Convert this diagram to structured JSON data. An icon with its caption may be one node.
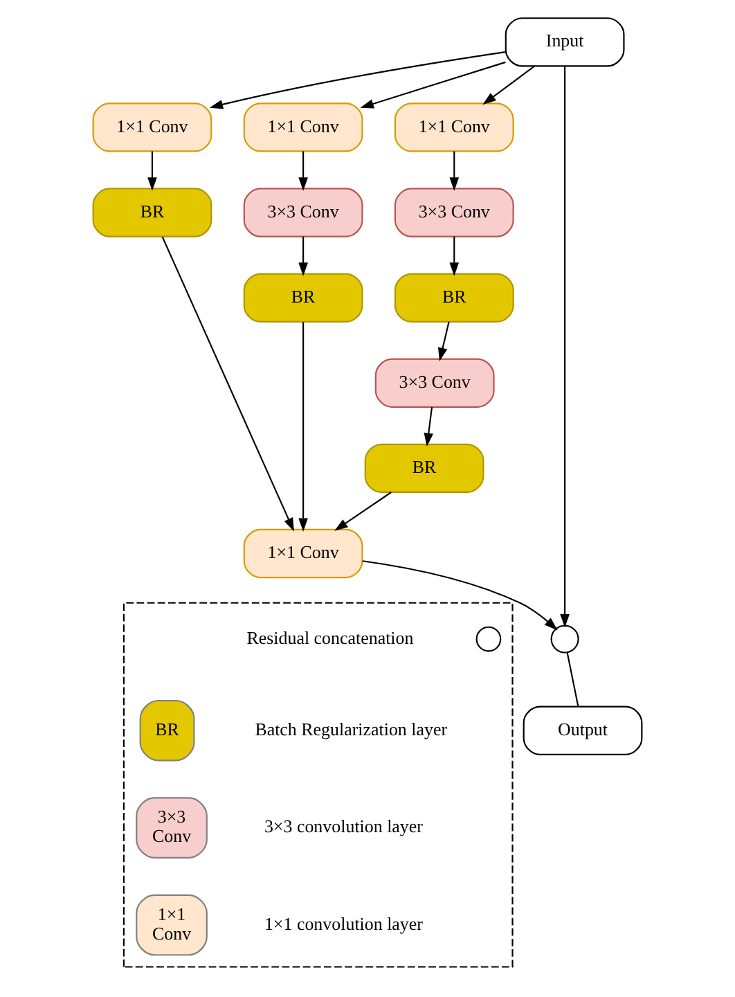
{
  "diagram": {
    "nodes": [
      {
        "text": [
          "Input"
        ]
      },
      {
        "text": [
          "1×1 Conv"
        ]
      },
      {
        "text": [
          "1×1 Conv"
        ]
      },
      {
        "text": [
          "1×1 Conv"
        ]
      },
      {
        "text": [
          "BR"
        ]
      },
      {
        "text": [
          "3×3 Conv"
        ]
      },
      {
        "text": [
          "3×3 Conv"
        ]
      },
      {
        "text": [
          "BR"
        ]
      },
      {
        "text": [
          "BR"
        ]
      },
      {
        "text": [
          "3×3 Conv"
        ]
      },
      {
        "text": [
          "BR"
        ]
      },
      {
        "text": [
          "1×1 Conv"
        ]
      },
      {
        "text": [],
        "shape": "circle"
      },
      {
        "text": [
          "Output"
        ]
      },
      {
        "text": [],
        "shape": "box"
      },
      {
        "text": [],
        "shape": "circle",
        "in": 14
      }
    ],
    "edges": [
      {
        "from": 0,
        "to": 1,
        "arrow": "to"
      },
      {
        "from": 0,
        "to": 2,
        "arrow": "to"
      },
      {
        "from": 0,
        "to": 3,
        "arrow": "to"
      },
      {
        "from": 0,
        "to": 12,
        "arrow": "to"
      },
      {
        "from": 1,
        "to": 4,
        "arrow": "to"
      },
      {
        "from": 2,
        "to": 5,
        "arrow": "to"
      },
      {
        "from": 5,
        "to": 7,
        "arrow": "to"
      },
      {
        "from": 3,
        "to": 6,
        "arrow": "to"
      },
      {
        "from": 6,
        "to": 8,
        "arrow": "to"
      },
      {
        "from": 8,
        "to": 9,
        "arrow": "to"
      },
      {
        "from": 9,
        "to": 10,
        "arrow": "to"
      },
      {
        "from": 4,
        "to": 11,
        "arrow": "to"
      },
      {
        "from": 7,
        "to": 11,
        "arrow": "to"
      },
      {
        "from": 10,
        "to": 11,
        "arrow": "to"
      },
      {
        "from": 11,
        "to": 12,
        "arrow": "to"
      },
      {
        "from": 12,
        "to": 13,
        "arrow": "none"
      }
    ],
    "labels": [
      "BR",
      "3×3 Conv",
      "1×1 Conv"
    ],
    "legend": [
      {
        "text": "Residual concatenation"
      },
      {
        "text": "Batch Regularization layer",
        "color": "#e3c800"
      },
      {
        "text": "3×3 convolution layer",
        "color": "#f8cecc"
      },
      {
        "text": "1×1 convolution layer",
        "color": "#ffe6cc"
      }
    ]
  }
}
